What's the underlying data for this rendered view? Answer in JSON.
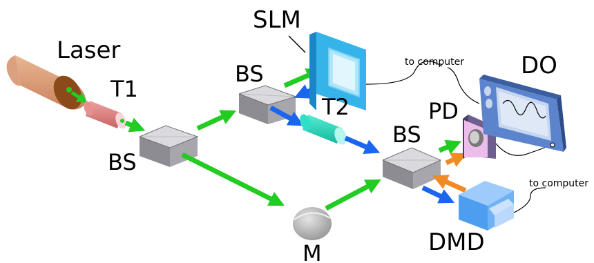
{
  "labels": {
    "laser": "Laser",
    "t1": "T1",
    "bs1": "BS",
    "bs2": "BS",
    "slm": "SLM",
    "t2": "T2",
    "bs3": "BS",
    "mirror": "M",
    "pd": "PD",
    "do": "DO",
    "dmd": "DMD",
    "to_computer_1": "to computer",
    "to_computer_2": "to computer"
  },
  "colors": {
    "green_beam": "#22cc22",
    "blue_beam": "#1a66ee",
    "orange_beam": "#f08a24",
    "laser_body": "#e0a07c",
    "t1_body": "#e08080",
    "t2_body": "#22dcc0",
    "slm_frame": "#35b4ea",
    "do_body": "#5b84cc",
    "dmd_body": "#5aa8f4"
  },
  "icons": {
    "laser": "laser-icon",
    "lens_t1": "telescope-icon",
    "lens_t2": "telescope-icon",
    "beam_splitter": "cube-icon",
    "slm": "spatial-light-modulator-icon",
    "mirror": "mirror-icon",
    "photodiode": "photodiode-icon",
    "oscilloscope": "oscilloscope-icon",
    "dmd": "micromirror-device-icon"
  }
}
